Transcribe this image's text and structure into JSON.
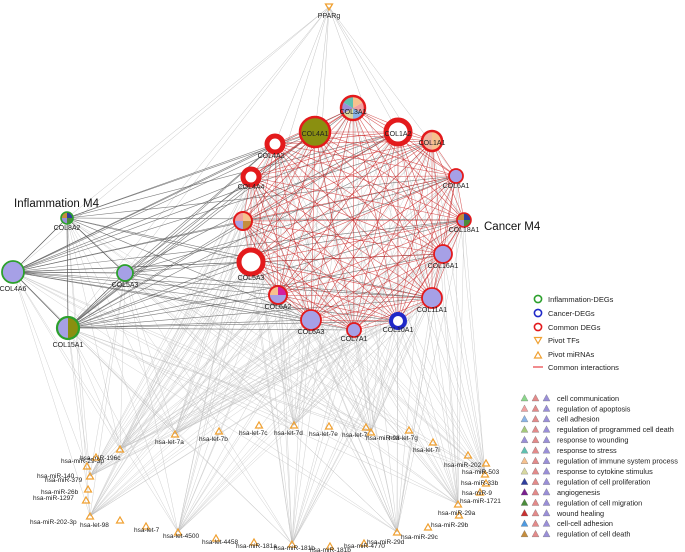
{
  "groups": {
    "inflammation": "Inflammation M4",
    "cancer": "Cancer M4"
  },
  "tf": "PPARg",
  "inflammation_nodes": [
    "COL8A2",
    "COL4A6",
    "COL5A3",
    "COL15A1"
  ],
  "common_nodes": [
    "COL4A1",
    "COL3A1",
    "COL1A2",
    "COL1A1",
    "COL4A2",
    "COL4A4",
    "COL6A1",
    "COL6A1",
    "COL18A1",
    "COL16A1",
    "COL5A3",
    "COL6A2",
    "COL6A3",
    "COL7A1",
    "COL11A1",
    "COL10A1"
  ],
  "mirnas": [
    "hsa-let-7a",
    "hsa-let-7b",
    "hsa-let-7c",
    "hsa-let-7d",
    "hsa-let-7e",
    "hsa-let-7f",
    "hsa-miR-98",
    "hsa-let-7g",
    "hsa-let-7i",
    "hsa-miR-196c",
    "hsa-miR-29-3p",
    "hsa-miR-140",
    "hsa-miR-379",
    "hsa-miR-26b",
    "hsa-miR-1297",
    "hsa-miR-202-3p",
    "hsa-let-98",
    "hsa-let-7",
    "hsa-let-4500",
    "hsa-let-4458",
    "hsa-miR-181a",
    "hsa-miR-181b",
    "hsa-miR-181b",
    "hsa-miR-4770",
    "hsa-miR-29d",
    "hsa-miR-29c",
    "hsa-miR-29b",
    "hsa-miR-29a",
    "hsa-miR-1721",
    "hsa-miR-9",
    "hsa-miR-33b",
    "hsa-miR-503",
    "hsa-miR-202"
  ],
  "legend": {
    "inflammation_degs": "Inflammation-DEGs",
    "cancer_degs": "Cancer-DEGs",
    "common_degs": "Common DEGs",
    "pivot_tfs": "Pivot TFs",
    "pivot_mirnas": "Pivot miRNAs",
    "common_interactions": "Common interactions"
  },
  "go_terms": [
    {
      "label": "cell communication",
      "color": "#8bd68b"
    },
    {
      "label": "regulation of apoptosis",
      "color": "#f0a0a0"
    },
    {
      "label": "cell adhesion",
      "color": "#8ab4e8"
    },
    {
      "label": "regulation of programmed cell death",
      "color": "#a4c97a"
    },
    {
      "label": "response to wounding",
      "color": "#9a8fd8"
    },
    {
      "label": "response to stress",
      "color": "#5fc0b0"
    },
    {
      "label": "regulation of immune system process",
      "color": "#f6c18e"
    },
    {
      "label": "response to cytokine stimulus",
      "color": "#d8d8a0"
    },
    {
      "label": "regulation of cell proliferation",
      "color": "#2f3e9e"
    },
    {
      "label": "angiogenesis",
      "color": "#7a1f8f"
    },
    {
      "label": "regulation of cell migration",
      "color": "#4a8c3a"
    },
    {
      "label": "wound healing",
      "color": "#c93030"
    },
    {
      "label": "cell-cell adhesion",
      "color": "#4e9ae0"
    },
    {
      "label": "regulation of cell death",
      "color": "#c58d3c"
    }
  ],
  "colors": {
    "inflammation": "#2ca02c",
    "cancer": "#1f28c8",
    "common": "#e31a1c",
    "tf": "#f0a030",
    "mirna": "#f0a030",
    "node_fill": "#a6a0e6"
  }
}
